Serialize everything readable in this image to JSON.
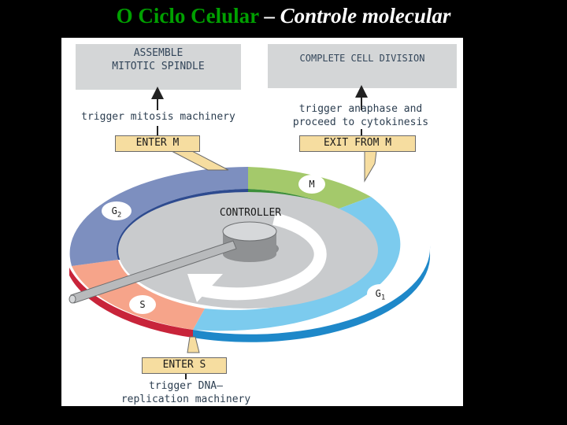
{
  "title": {
    "part1": "O Ciclo Celular",
    "dash": " – ",
    "part2": "Controle molecular"
  },
  "diagram": {
    "assemble_line1": "ASSEMBLE",
    "assemble_line2": "MITOTIC SPINDLE",
    "complete": "COMPLETE CELL DIVISION",
    "trigger_mitosis": "trigger mitosis machinery",
    "trigger_anaphase_line1": "trigger anaphase and",
    "trigger_anaphase_line2": "proceed to cytokinesis",
    "enter_m": "ENTER M",
    "exit_m": "EXIT FROM M",
    "controller": "CONTROLLER",
    "phase_m": "M",
    "phase_g2": "G",
    "phase_g2_sub": "2",
    "phase_s": "S",
    "phase_g1": "G",
    "phase_g1_sub": "1",
    "enter_s": "ENTER S",
    "trigger_dna_line1": "trigger DNA–",
    "trigger_dna_line2": "replication machinery"
  },
  "colors": {
    "title_green": "#00a000",
    "m_phase": "#a4c96b",
    "g2_phase": "#7d8fbf",
    "s_phase": "#f6a48a",
    "g1_phase": "#7ccbee",
    "callout": "#f6dda0"
  }
}
